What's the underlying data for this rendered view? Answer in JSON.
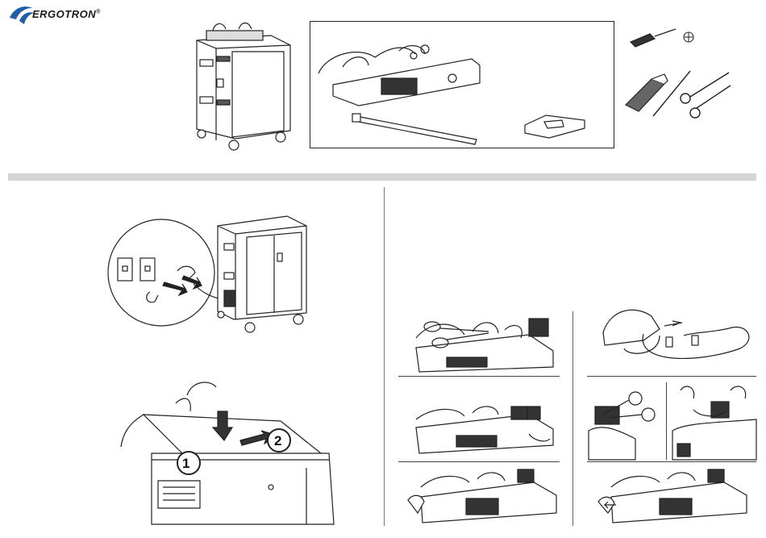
{
  "brand": {
    "name": "ERGOTRON",
    "trademark": "®"
  },
  "step_badges": [
    "1",
    "2"
  ],
  "colors": {
    "divider": "#d4d4d4",
    "ink": "#111111",
    "logo_blue": "#1f5fa8"
  },
  "icons": [
    "ergotron-logo-icon",
    "cart-icon",
    "power-strip-icon",
    "cable-tie-icon",
    "tie-mount-icon",
    "screwdriver-icon",
    "phillips-tip-icon",
    "utility-knife-icon",
    "scissors-icon",
    "wall-outlet-icon",
    "plug-icon",
    "arrow-icon"
  ]
}
